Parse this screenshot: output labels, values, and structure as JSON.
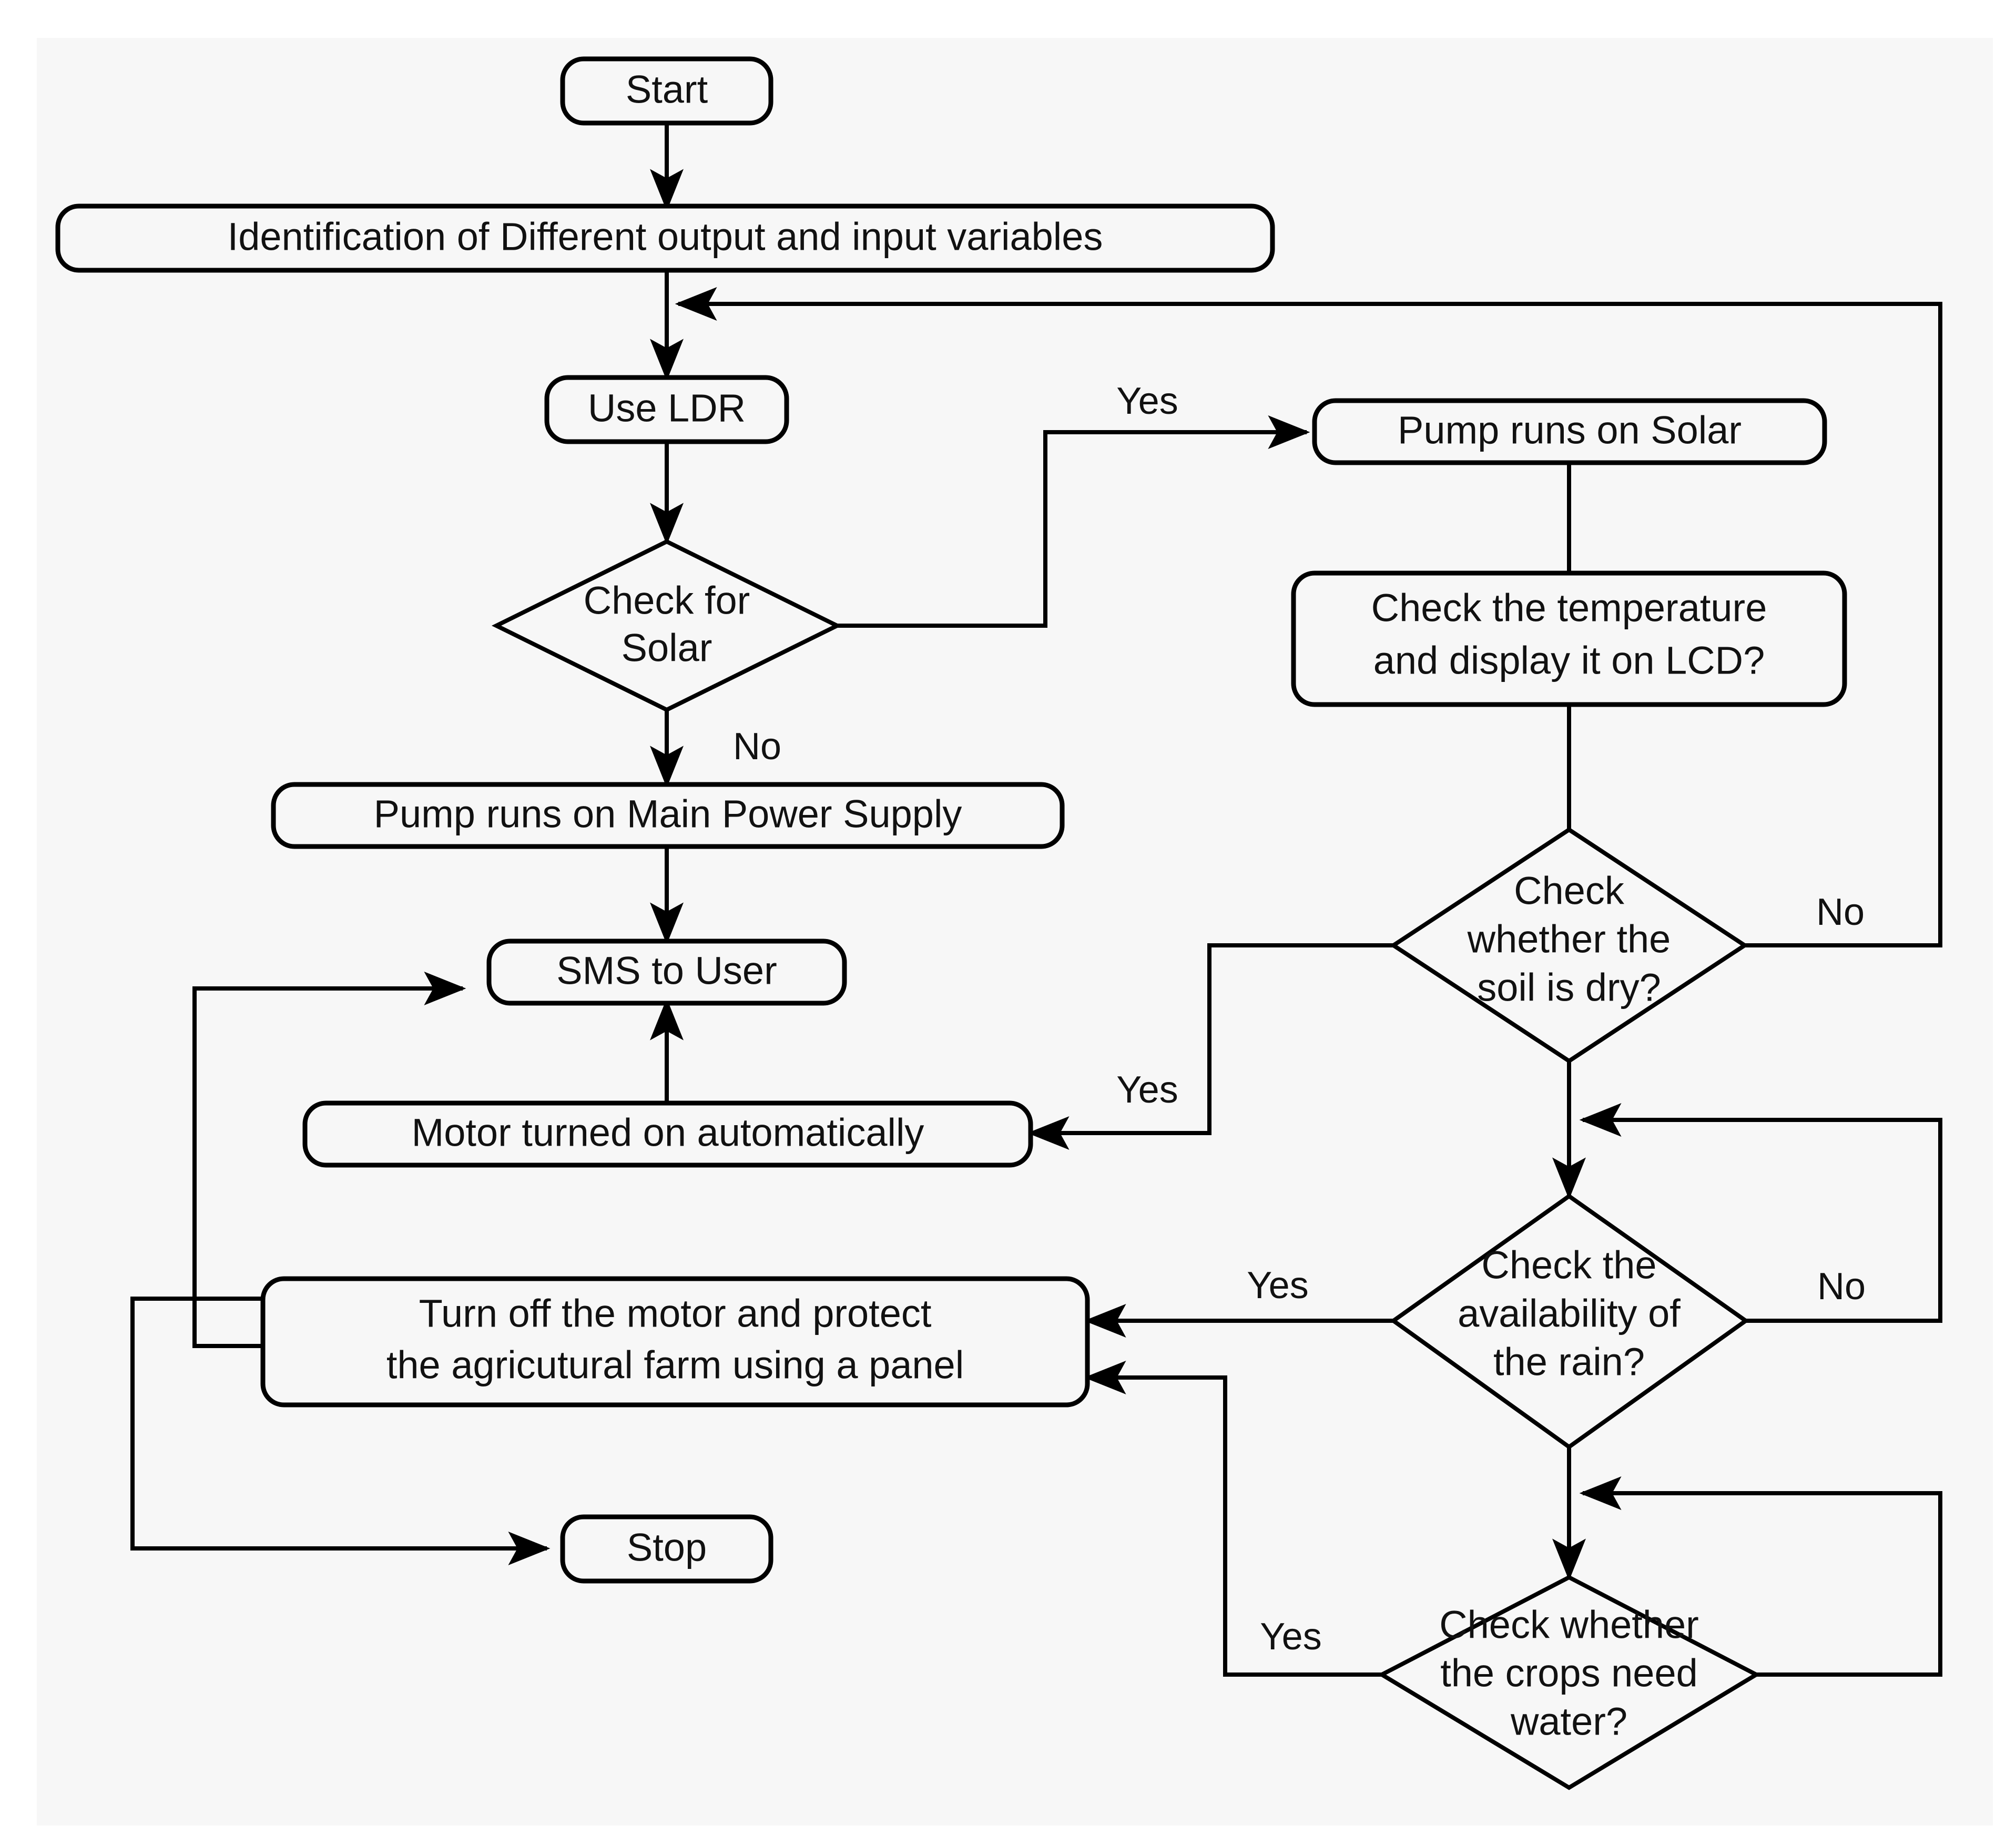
{
  "diagram": {
    "title": "Solar powered smart irrigation system flowchart",
    "background_color": "#f7f7f7",
    "line_color": "#000000",
    "text_color": "#111111",
    "nodes": {
      "start": {
        "label": "Start",
        "shape": "terminator"
      },
      "identification": {
        "label": "Identification of Different output and input variables",
        "shape": "process"
      },
      "use_ldr": {
        "label": "Use LDR",
        "shape": "process"
      },
      "check_solar_line1": {
        "label": "Check for",
        "shape": "decision"
      },
      "check_solar_line2": {
        "label": "Solar",
        "shape": "decision"
      },
      "pump_solar": {
        "label": "Pump runs on Solar",
        "shape": "process"
      },
      "check_temp_line1": {
        "label": "Check the temperature",
        "shape": "process"
      },
      "check_temp_line2": {
        "label": "and display it on LCD?",
        "shape": "process"
      },
      "pump_main": {
        "label": "Pump runs on Main Power Supply",
        "shape": "process"
      },
      "soil_dry_line1": {
        "label": "Check",
        "shape": "decision"
      },
      "soil_dry_line2": {
        "label": "whether the",
        "shape": "decision"
      },
      "soil_dry_line3": {
        "label": "soil is dry?",
        "shape": "decision"
      },
      "sms_user": {
        "label": "SMS to User",
        "shape": "process"
      },
      "motor_on": {
        "label": "Motor turned on automatically",
        "shape": "process"
      },
      "rain_line1": {
        "label": "Check the",
        "shape": "decision"
      },
      "rain_line2": {
        "label": "availability of",
        "shape": "decision"
      },
      "rain_line3": {
        "label": "the rain?",
        "shape": "decision"
      },
      "turn_off_line1": {
        "label": "Turn off the motor and protect",
        "shape": "process"
      },
      "turn_off_line2": {
        "label": "the agricutural farm using a panel",
        "shape": "process"
      },
      "crops_line1": {
        "label": "Check whether",
        "shape": "decision"
      },
      "crops_line2": {
        "label": "the crops need",
        "shape": "decision"
      },
      "crops_line3": {
        "label": "water?",
        "shape": "decision"
      },
      "stop": {
        "label": "Stop",
        "shape": "terminator"
      }
    },
    "edge_labels": {
      "solar_yes": "Yes",
      "solar_no": "No",
      "soil_no": "No",
      "soil_yes": "Yes",
      "rain_no": "No",
      "rain_yes": "Yes",
      "crops_yes": "Yes"
    }
  }
}
